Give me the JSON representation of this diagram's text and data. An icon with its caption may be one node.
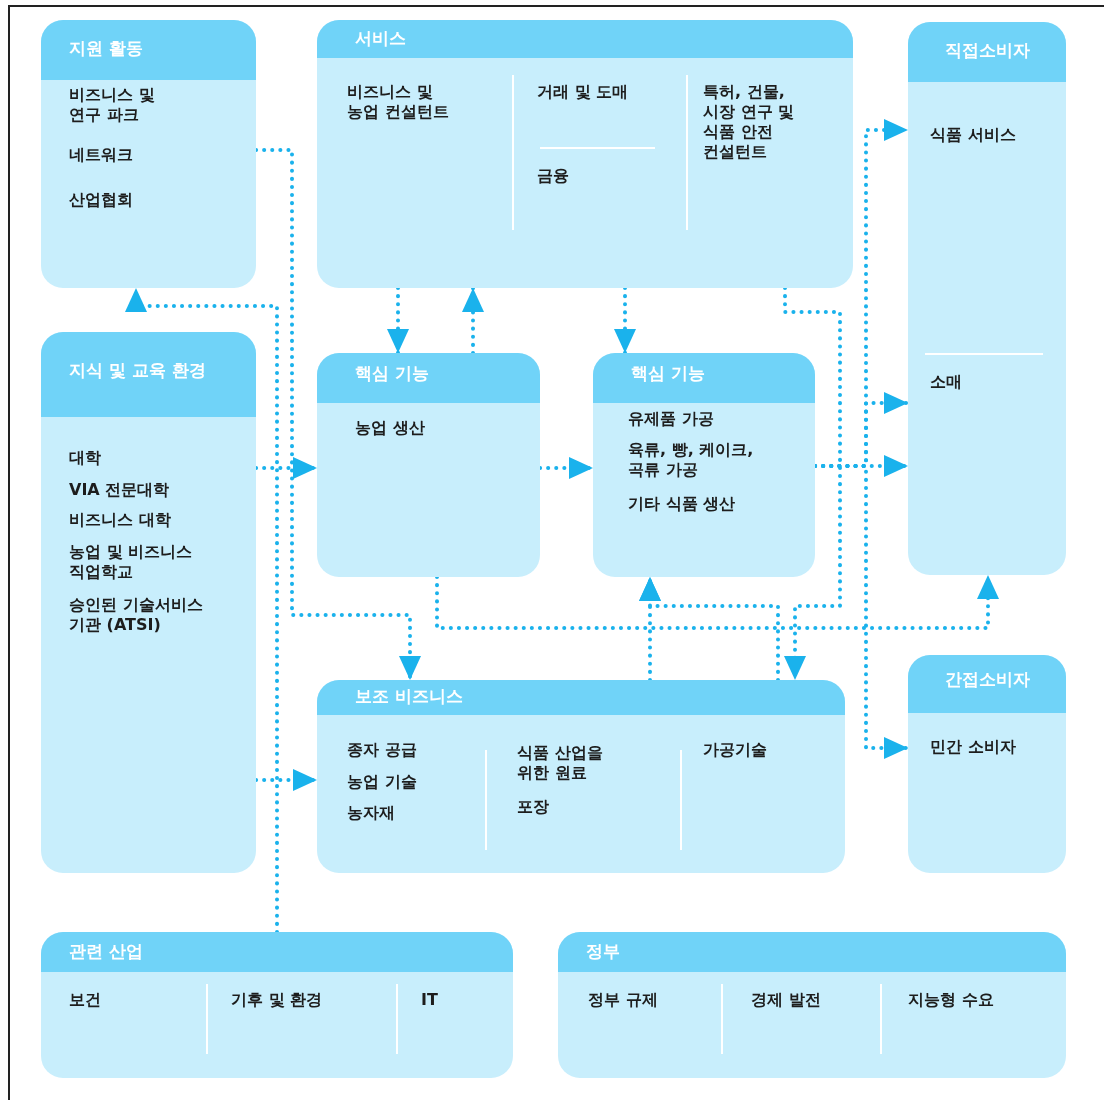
{
  "diagram": {
    "nodes": [
      {
        "text": [
          "지원 활동",
          "비즈니스 및 연구 파크",
          "네트워크",
          "산업협회"
        ]
      },
      {
        "text": [
          "서비스",
          "비즈니스 및 농업 컨설턴트",
          "거래 및 도매",
          "금융",
          "특허, 건물, 시장 연구 및 식품 안전 컨설턴트"
        ]
      },
      {
        "text": [
          "직접소비자",
          "식품 서비스",
          "소매"
        ]
      },
      {
        "text": [
          "지식 및 교육 환경",
          "대학",
          "VIA 전문대학",
          "비즈니스 대학",
          "농업 및 비즈니스 직업학교",
          "승인된 기술서비스 기관 (ATSI)"
        ]
      },
      {
        "text": [
          "핵심 기능",
          "농업 생산"
        ]
      },
      {
        "text": [
          "핵심 기능",
          "유제품 가공",
          "육류, 빵, 케이크, 곡류 가공",
          "기타 식품 생산"
        ]
      },
      {
        "text": [
          "간접소비자",
          "민간 소비자"
        ]
      },
      {
        "text": [
          "보조 비즈니스",
          "종자 공급",
          "농업 기술",
          "농자재",
          "식품 산업을 위한 원료",
          "포장",
          "가공기술"
        ]
      },
      {
        "text": [
          "관련 산업",
          "보건",
          "기후 및 환경",
          "IT"
        ]
      },
      {
        "text": [
          "정부",
          "정부 규제",
          "경제 발전",
          "지능형 수요"
        ]
      }
    ],
    "edges": [
      {
        "from": 0,
        "to": 7,
        "arrow": "to"
      },
      {
        "from": 8,
        "to": 0,
        "arrow": "to"
      },
      {
        "from": 3,
        "to": 4,
        "arrow": "to"
      },
      {
        "from": 3,
        "to": 7,
        "arrow": "to"
      },
      {
        "from": 1,
        "to": 4,
        "arrow": "to"
      },
      {
        "from": 4,
        "to": 1,
        "arrow": "to"
      },
      {
        "from": 1,
        "to": 5,
        "arrow": "to"
      },
      {
        "from": 4,
        "to": 5,
        "arrow": "to"
      },
      {
        "from": 5,
        "to": 2,
        "arrow": "to"
      },
      {
        "from": 5,
        "to": 2,
        "arrow": "to"
      },
      {
        "from": 5,
        "to": 2,
        "arrow": "to"
      },
      {
        "from": 5,
        "to": 6,
        "arrow": "to"
      },
      {
        "from": 1,
        "to": 7,
        "arrow": "to"
      },
      {
        "from": 7,
        "to": 5,
        "arrow": "to"
      },
      {
        "from": 7,
        "to": 5,
        "arrow": "to"
      },
      {
        "from": 4,
        "to": 2,
        "arrow": "to"
      }
    ]
  }
}
